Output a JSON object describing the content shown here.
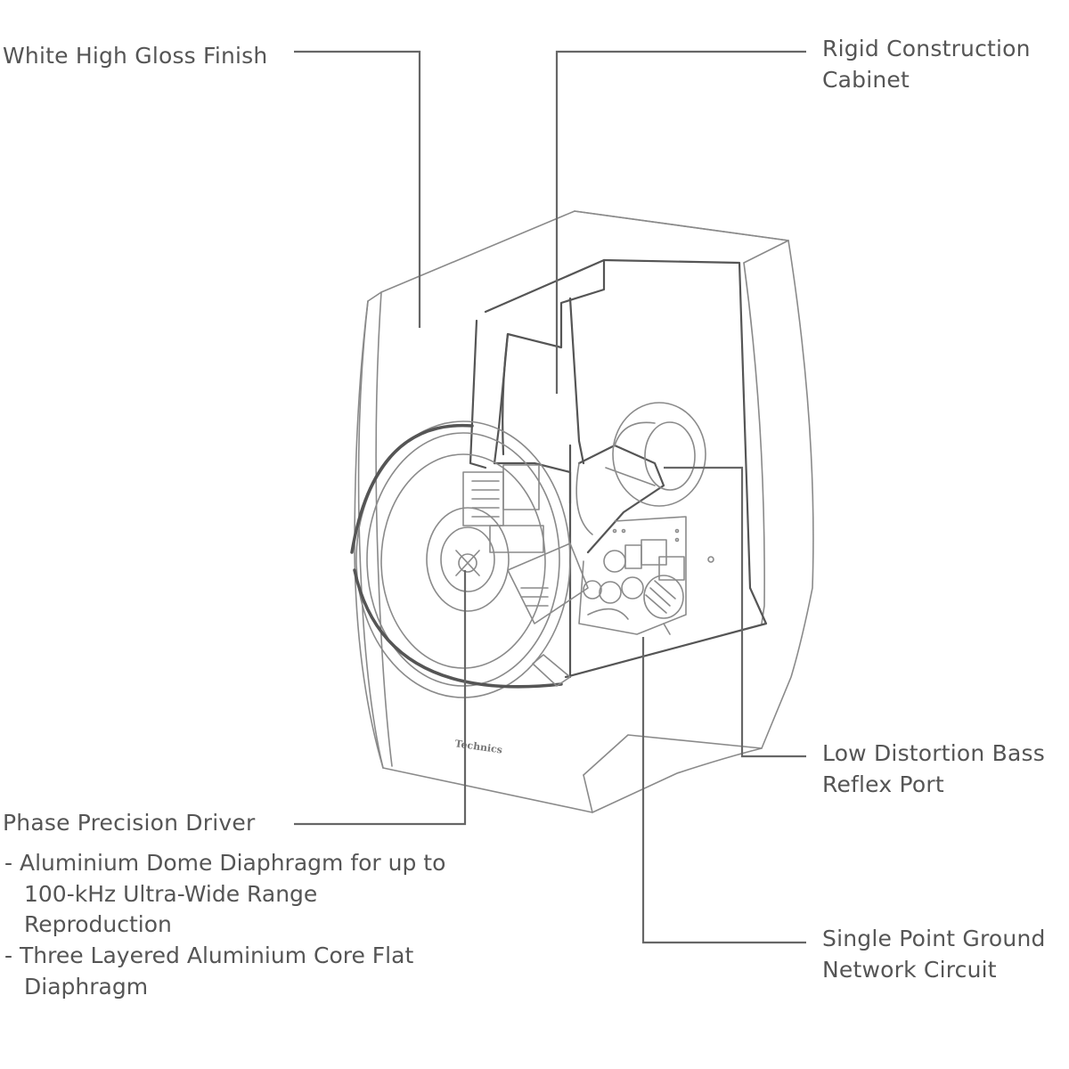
{
  "labels": {
    "finish": "White High Gloss Finish",
    "cabinet_line1": "Rigid Construction",
    "cabinet_line2": "Cabinet",
    "port_line1": "Low Distortion Bass",
    "port_line2": "Reflex Port",
    "driver_title": "Phase Precision Driver",
    "driver_bullet1_line1": "-  Aluminium Dome Diaphragm for up to",
    "driver_bullet1_line2": "100-kHz Ultra-Wide Range",
    "driver_bullet1_line3": "Reproduction",
    "driver_bullet2_line1": "- Three Layered Aluminium Core Flat",
    "driver_bullet2_line2": "Diaphragm",
    "ground_line1": "Single Point Ground",
    "ground_line2": "Network Circuit"
  },
  "logo_text": "Technics",
  "colors": {
    "line": "#666666",
    "sketch": "#8a8a8a",
    "text": "#555555"
  }
}
